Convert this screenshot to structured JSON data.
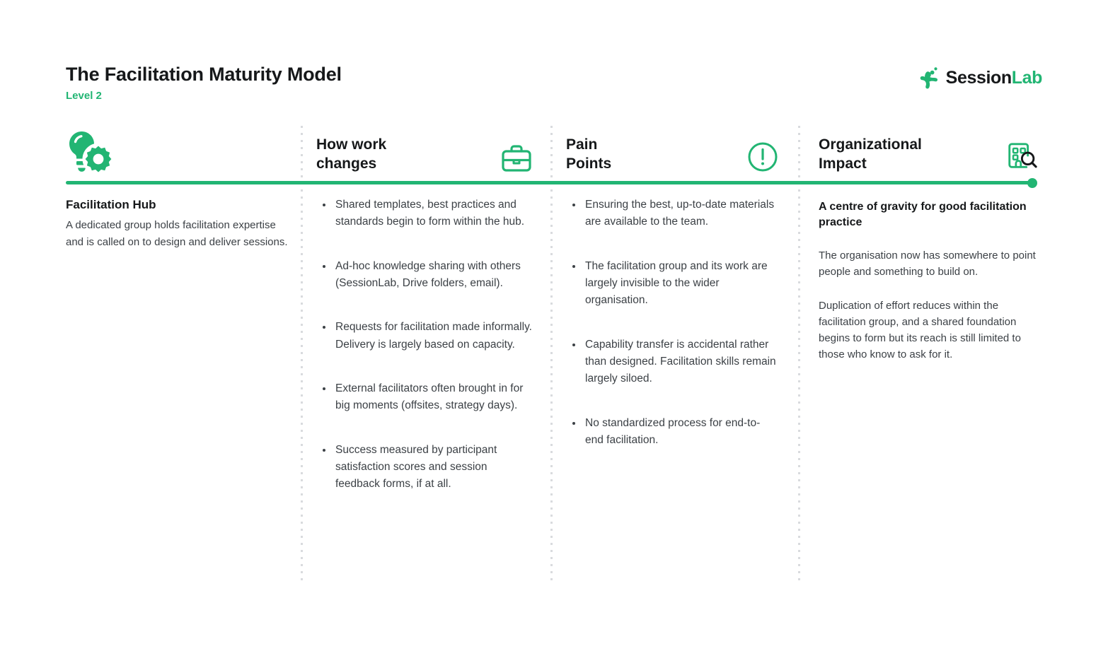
{
  "header": {
    "title": "The Facilitation Maturity Model",
    "level": "Level 2",
    "accent_color": "#22b573",
    "text_color": "#3c4146",
    "logo": {
      "name": "sessionlab-logo",
      "word_part_1": "Session",
      "word_part_2": "Lab"
    }
  },
  "columns": [
    {
      "id": "stage",
      "icon": "lightbulb-gear-icon",
      "title": "",
      "heading": "Facilitation Hub",
      "paragraphs": [
        "A dedicated group holds facilitation expertise and is called on to design and deliver sessions."
      ],
      "bullets": []
    },
    {
      "id": "how-work-changes",
      "icon": "briefcase-icon",
      "title": "How work\nchanges",
      "heading": "",
      "paragraphs": [],
      "bullets": [
        "Shared templates, best practices and standards begin to form within the hub.",
        "Ad-hoc knowledge sharing with others (SessionLab, Drive folders, email).",
        "Requests for facilitation made informally. Delivery is largely based on capacity.",
        "External facilitators often brought in for big moments (offsites, strategy days).",
        "Success measured by participant satisfaction scores and session feedback forms, if at all."
      ]
    },
    {
      "id": "pain-points",
      "icon": "exclamation-circle-icon",
      "title": "Pain\nPoints",
      "heading": "",
      "paragraphs": [],
      "bullets": [
        "Ensuring the best, up-to-date materials are available to the team.",
        "The facilitation group and its work are largely invisible to the wider organisation.",
        "Capability transfer is accidental rather than designed. Facilitation skills remain largely siloed.",
        "No standardized process for end-to-end facilitation."
      ]
    },
    {
      "id": "organizational-impact",
      "icon": "building-search-icon",
      "title": "Organizational\nImpact",
      "heading": "A centre of gravity for good facilitation practice",
      "paragraphs": [
        "The organisation now has somewhere to point people and something to build on.",
        "Duplication of effort reduces within the facilitation group, and a shared foundation begins to form but its reach is still limited to those who know to ask for it."
      ],
      "bullets": []
    }
  ]
}
